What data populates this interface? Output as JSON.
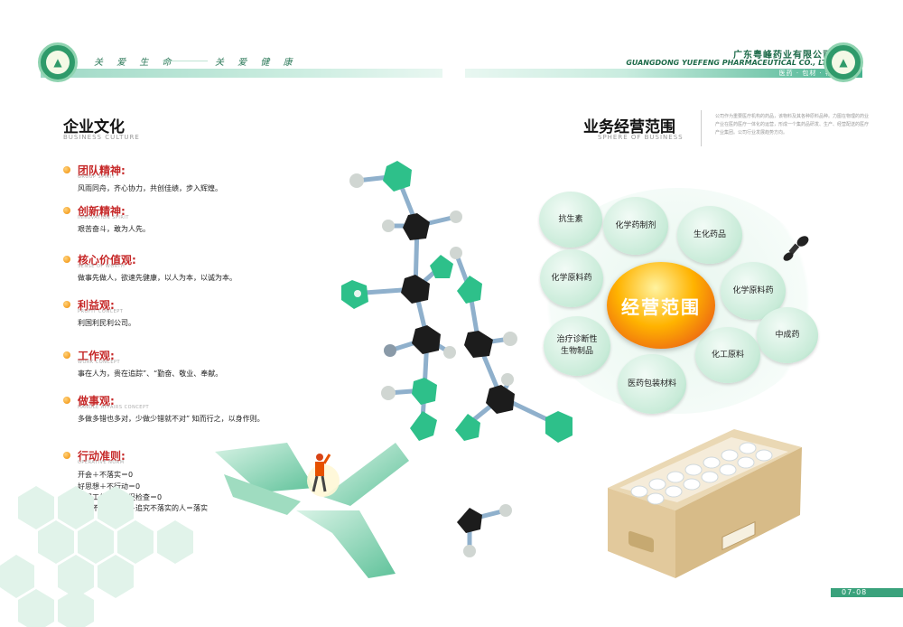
{
  "header": {
    "left_slogan_1": "关 爱 生 命",
    "left_slogan_2": "关 爱 健 康",
    "company_cn": "广东粤峰药业有限公司",
    "company_en": "GUANGDONG YUEFENG PHARMACEUTICAL CO., LTD",
    "tagline": "医药 · 包材 · 物流"
  },
  "culture": {
    "title": "企业文化",
    "subtitle": "BUSINESS CULTURE",
    "items": [
      {
        "title": "团队精神:",
        "sub": "GROUP SPIRIT",
        "desc": "风雨同舟，齐心协力，共创佳绩，步入辉煌。"
      },
      {
        "title": "创新精神:",
        "sub": "INNOVATION SPIRIT",
        "desc": "艰苦奋斗，敢为人先。"
      },
      {
        "title": "核心价值观:",
        "sub": "SENSE OF WORTH",
        "desc": "做事先做人，欲速先健康，以人为本，以诚为本。"
      },
      {
        "title": "利益观:",
        "sub": "PROFIT CONCEPT",
        "desc": "利国利民利公司。"
      },
      {
        "title": "工作观:",
        "sub": "WORK CONCEPT",
        "desc": "事在人为，贵在追踪”、“勤奋、敬业、奉献。"
      },
      {
        "title": "做事观:",
        "sub": "HANDLE AFFAIRS CONCEPT",
        "desc": "多做多错也多对，少做少错就不对” 知而行之，以身作则。"
      },
      {
        "title": "行动准则:",
        "sub": "OPERATIVE NORM",
        "lines": [
          "开会＋不落实＝0",
          "好思想＋不行动＝0",
          "布置工作＋不督促检查＝0",
          "抓住不落实的事＋追究不落实的人＝落实"
        ]
      }
    ]
  },
  "business": {
    "title": "业务经营范围",
    "subtitle": "SPHERE OF BUSINESS",
    "intro": "公司作为重要医疗机构的药品，该物料及其各种原料品种。力图在物理的药业产业在医药医疗一体化的运营，形成一个集药品研发、生产、经营配送的医疗产业集团。公司行业发展趋势方向。",
    "core": "经营范围",
    "bubbles": [
      "抗生素",
      "化学药制剂",
      "生化药品",
      "化学原料药",
      "化学原料药",
      "中成药",
      "治疗诊断性\n生物制品",
      "化工原料",
      "医药包装材料"
    ]
  },
  "page_number": "07-08",
  "colors": {
    "accent_green": "#2f9a6a",
    "title_red": "#c62828",
    "core_orange": "#ff8f00"
  }
}
